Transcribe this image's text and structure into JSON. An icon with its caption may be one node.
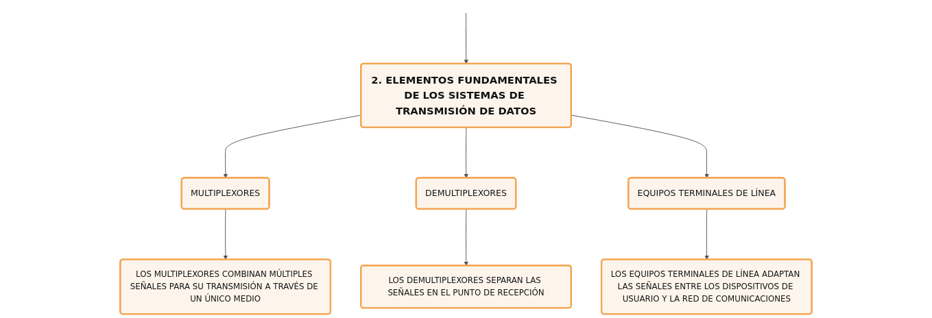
{
  "diagram": {
    "nodes": [
      {
        "text": [
          "2. ELEMENTOS FUNDAMENTALES DE LOS SISTEMAS DE TRANSMISIÓN DE DATOS"
        ]
      },
      {
        "text": [
          "MULTIPLEXORES"
        ]
      },
      {
        "text": [
          "DEMULTIPLEXORES"
        ]
      },
      {
        "text": [
          "EQUIPOS TERMINALES DE LÍNEA"
        ]
      },
      {
        "text": [
          "LOS MULTIPLEXORES COMBINAN MÚLTIPLES SEÑALES PARA SU TRANSMISIÓN A TRAVÉS DE UN ÚNICO MEDIO"
        ]
      },
      {
        "text": [
          "LOS DEMULTIPLEXORES SEPARAN LAS SEÑALES EN EL PUNTO DE RECEPCIÓN"
        ]
      },
      {
        "text": [
          "LOS EQUIPOS TERMINALES DE LÍNEA ADAPTAN LAS SEÑALES ENTRE LOS DISPOSITIVOS DE USUARIO Y LA RED DE COMUNICACIONES"
        ]
      }
    ],
    "edges": [
      {
        "from": null,
        "to": 0,
        "arrow": "to"
      },
      {
        "from": 0,
        "to": 1,
        "arrow": "to"
      },
      {
        "from": 0,
        "to": 2,
        "arrow": "to"
      },
      {
        "from": 0,
        "to": 3,
        "arrow": "to"
      },
      {
        "from": 1,
        "to": 4,
        "arrow": "to"
      },
      {
        "from": 2,
        "to": 5,
        "arrow": "to"
      },
      {
        "from": 3,
        "to": 6,
        "arrow": "to"
      }
    ]
  }
}
